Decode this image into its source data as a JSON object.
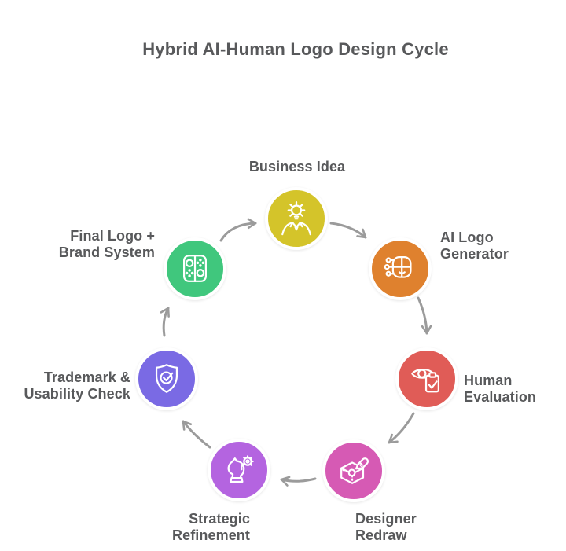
{
  "title": "Hybrid AI-Human Logo Design Cycle",
  "text_color": "#58595b",
  "arrow_color": "#9b9b9b",
  "icon_stroke_color": "#ffffff",
  "nodes": [
    {
      "id": "business-idea",
      "label_lines": [
        "Business Idea",
        ""
      ],
      "color": "#d4c42a",
      "icon": "idea-person-icon"
    },
    {
      "id": "ai-logo-generator",
      "label_lines": [
        "AI Logo",
        "Generator"
      ],
      "color": "#df812e",
      "icon": "ai-head-circuit-icon"
    },
    {
      "id": "human-evaluation",
      "label_lines": [
        "Human",
        "Evaluation"
      ],
      "color": "#e05c57",
      "icon": "eye-clipboard-check-icon"
    },
    {
      "id": "designer-redraw",
      "label_lines": [
        "Designer",
        "Redraw"
      ],
      "color": "#d65ab4",
      "icon": "cube-pencil-icon"
    },
    {
      "id": "strategic-refinement",
      "label_lines": [
        "Strategic",
        "Refinement"
      ],
      "color": "#b464e0",
      "icon": "chess-knight-gear-icon"
    },
    {
      "id": "trademark-usability-check",
      "label_lines": [
        "Trademark &",
        "Usability Check"
      ],
      "color": "#7a6ae4",
      "icon": "shield-check-icon"
    },
    {
      "id": "final-logo-brand-system",
      "label_lines": [
        "Final Logo +",
        "Brand System"
      ],
      "color": "#40c77d",
      "icon": "controller-switch-icon"
    }
  ],
  "flow": "clockwise"
}
